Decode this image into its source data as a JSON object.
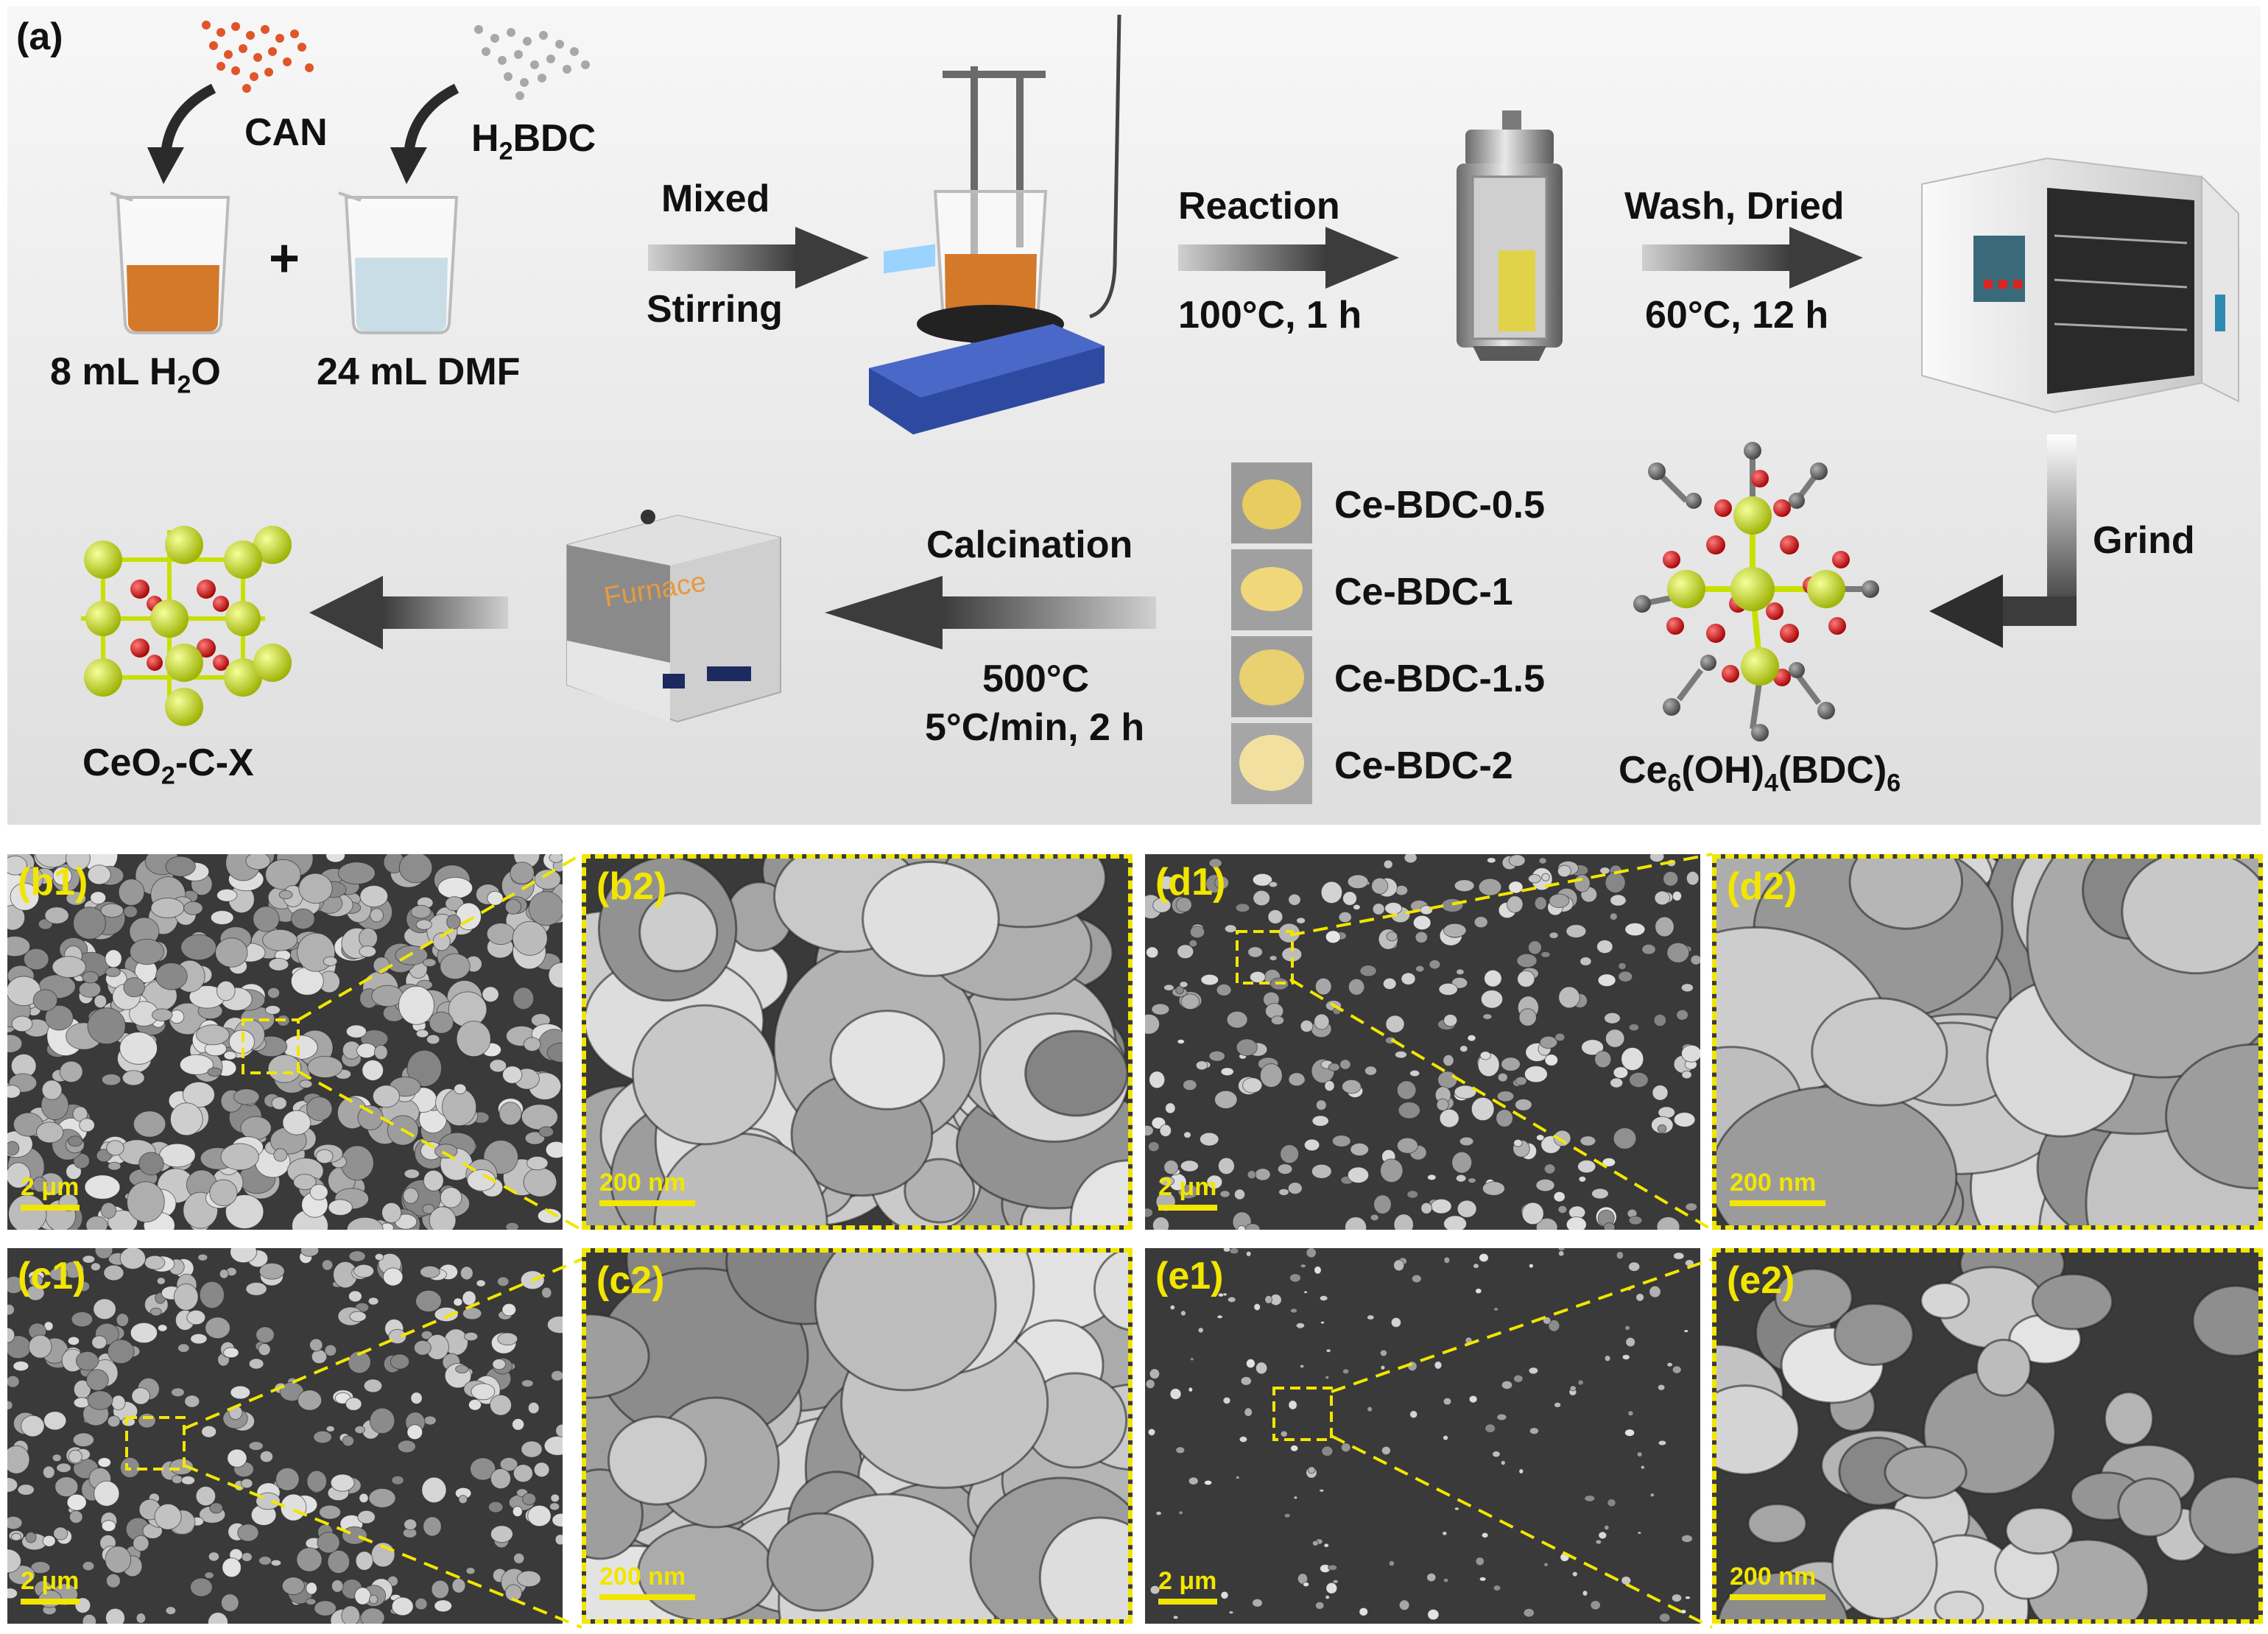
{
  "panel_a": {
    "label": "(a)",
    "reagents": {
      "can": "CAN",
      "h2bdc": {
        "prefix": "H",
        "sub": "2",
        "rest": "BDC"
      },
      "plus": "+",
      "water": {
        "prefix": "8 mL H",
        "sub": "2",
        "rest": "O"
      },
      "dmf": "24 mL DMF"
    },
    "steps": {
      "mixed": "Mixed",
      "stirring": "Stirring",
      "reaction": "Reaction",
      "reaction_cond": "100°C, 1 h",
      "wash": "Wash, Dried",
      "wash_cond": "60°C, 12 h",
      "grind": "Grind",
      "calcination": "Calcination",
      "calc_temp": "500°C",
      "calc_cond": "5°C/min, 2 h"
    },
    "samples": [
      "Ce-BDC-0.5",
      "Ce-BDC-1",
      "Ce-BDC-1.5",
      "Ce-BDC-2"
    ],
    "mof_formula": {
      "a": "Ce",
      "a_sub": "6",
      "b": "(OH)",
      "b_sub": "4",
      "c": "(BDC)",
      "c_sub": "6"
    },
    "product": {
      "a": "CeO",
      "a_sub": "2",
      "b": "-C-X"
    },
    "furnace_text": "Furnace",
    "colors": {
      "arrow": "#5a5a5a",
      "beaker_liquid": "#d4782a",
      "dmf_liquid": "#c9dde6",
      "ce_atom": "#c8e000",
      "o_atom": "#d81818",
      "c_atom": "#6e6e6e"
    }
  },
  "sem_panels": [
    {
      "id": "b1",
      "label": "(b1)",
      "scale": "2 μm"
    },
    {
      "id": "b2",
      "label": "(b2)",
      "scale": "200 nm"
    },
    {
      "id": "d1",
      "label": "(d1)",
      "scale": "2 μm"
    },
    {
      "id": "d2",
      "label": "(d2)",
      "scale": "200 nm"
    },
    {
      "id": "c1",
      "label": "(c1)",
      "scale": "2 μm"
    },
    {
      "id": "c2",
      "label": "(c2)",
      "scale": "200 nm"
    },
    {
      "id": "e1",
      "label": "(e1)",
      "scale": "2 μm"
    },
    {
      "id": "e2",
      "label": "(e2)",
      "scale": "200 nm"
    }
  ],
  "accent_color": "#f2e600"
}
